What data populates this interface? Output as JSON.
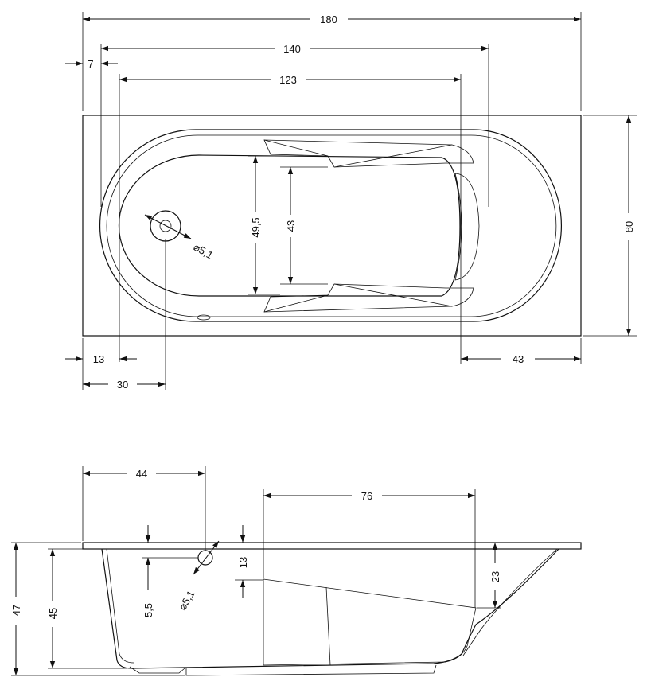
{
  "top_view": {
    "overall_length": "180",
    "rim_length": "140",
    "inner_length": "123",
    "left_offset": "7",
    "width": "80",
    "left_margin": "13",
    "drain_offset": "30",
    "right_offset": "43",
    "width_outer": "49,5",
    "width_inner": "43",
    "drain_diameter": "⌀5,1"
  },
  "side_view": {
    "drain_position": "44",
    "backrest_length": "76",
    "height_total": "47",
    "height_body": "45",
    "drain_height": "5,5",
    "step_depth": "13",
    "rim_drop": "23",
    "drain_diameter": "⌀5,1"
  }
}
